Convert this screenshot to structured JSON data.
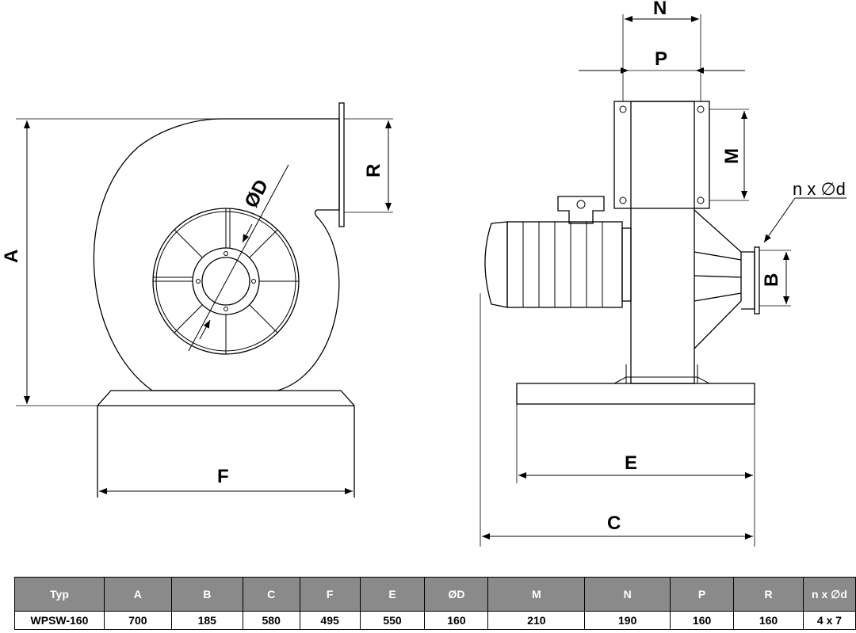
{
  "dimension_labels": {
    "A": "A",
    "R": "R",
    "D": "ØD",
    "F": "F",
    "N": "N",
    "P": "P",
    "M": "M",
    "nxd": "n x ∅d",
    "B": "B",
    "E": "E",
    "C": "C"
  },
  "table": {
    "headers": [
      "Typ",
      "A",
      "B",
      "C",
      "F",
      "E",
      "ØD",
      "M",
      "N",
      "P",
      "R",
      "n x ∅d"
    ],
    "rows": [
      [
        "WPSW-160",
        "700",
        "185",
        "580",
        "495",
        "550",
        "160",
        "210",
        "190",
        "160",
        "160",
        "4 x 7"
      ]
    ]
  }
}
